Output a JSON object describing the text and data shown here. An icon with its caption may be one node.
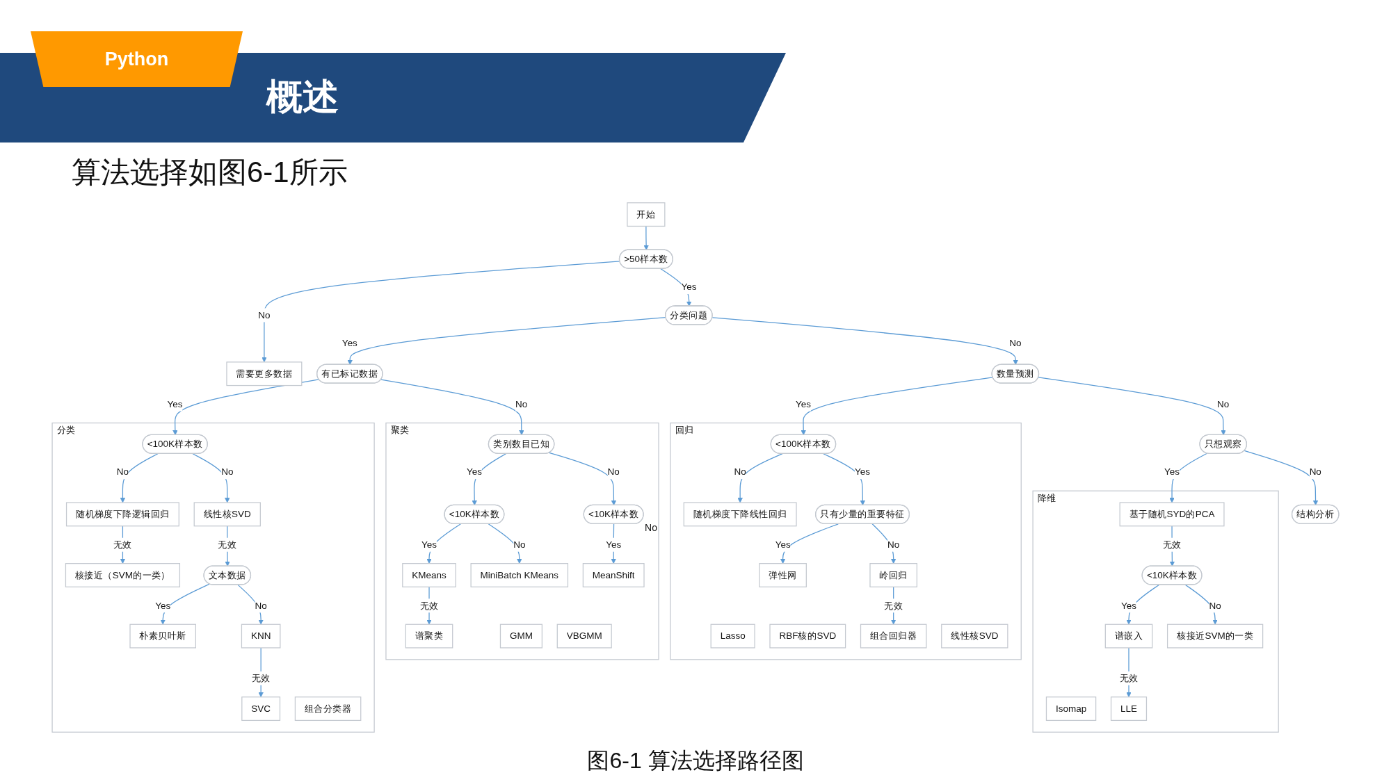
{
  "diagram": {
    "title": "概述",
    "caption": "图6-1 算法选择路径图",
    "nodes": [
      {
        "text": [
          "分类"
        ]
      },
      {
        "text": [
          "核接近（SVM的一类）"
        ],
        "in": 0
      },
      {
        "text": [
          "随机梯度下降逻辑回归"
        ],
        "in": 0
      },
      {
        "text": [
          "SVC"
        ],
        "in": 0
      },
      {
        "text": [
          "组合分类器"
        ],
        "in": 0
      },
      {
        "text": [
          "KNN"
        ],
        "in": 0
      },
      {
        "text": [
          "<100K样本数"
        ],
        "in": 0
      },
      {
        "text": [
          "朴素贝叶斯"
        ],
        "in": 0
      },
      {
        "text": [
          "文本数据"
        ],
        "in": 0
      },
      {
        "text": [
          "线性核SVD"
        ],
        "in": 0
      },
      {
        "text": [
          "需要更多数据"
        ]
      },
      {
        "text": [
          "开始"
        ]
      },
      {
        "text": [
          ">50样本数"
        ]
      },
      {
        "text": [
          "分类问题"
        ]
      },
      {
        "text": [
          "有已标记数据"
        ]
      },
      {
        "text": [
          "数量预测"
        ]
      },
      {
        "text": [
          "回归"
        ]
      },
      {
        "text": [
          "随机梯度下降线性回归"
        ],
        "in": 16
      },
      {
        "text": [
          "Lasso"
        ],
        "in": 16
      },
      {
        "text": [
          "弹性网"
        ],
        "in": 16
      },
      {
        "text": [
          "RBF核的SVD"
        ],
        "in": 16
      },
      {
        "text": [
          "组合回归器"
        ],
        "in": 16
      },
      {
        "text": [
          "只有少量的重要特征"
        ],
        "in": 16
      },
      {
        "text": [
          "<100K样本数"
        ],
        "in": 16
      },
      {
        "text": [
          "岭回归"
        ],
        "in": 16
      },
      {
        "text": [
          "线性核SVD"
        ],
        "in": 16
      },
      {
        "text": [
          "聚类"
        ]
      },
      {
        "text": [
          "谱聚类"
        ],
        "in": 26
      },
      {
        "text": [
          "GMM"
        ],
        "in": 26
      },
      {
        "text": [
          "KMeans"
        ],
        "in": 26
      },
      {
        "text": [
          "类别数目已知"
        ],
        "in": 26
      },
      {
        "text": [
          "MiniBatch KMeans"
        ],
        "in": 26
      },
      {
        "text": [
          "<10K样本数"
        ],
        "in": 26
      },
      {
        "text": [
          "<10K样本数"
        ],
        "in": 26
      },
      {
        "text": [
          "MeanShift"
        ],
        "in": 26
      },
      {
        "text": [
          "VBGMM"
        ],
        "in": 26
      },
      {
        "text": [
          "只想观察"
        ]
      },
      {
        "text": [
          "结构分析"
        ]
      },
      {
        "text": [
          "降维"
        ]
      },
      {
        "text": [
          "基于随机SYD的PCA"
        ],
        "in": 38
      },
      {
        "text": [
          "Isomap"
        ],
        "in": 38
      },
      {
        "text": [
          "谱嵌入"
        ],
        "in": 38
      },
      {
        "text": [
          "<10K样本数"
        ],
        "in": 38
      },
      {
        "text": [
          "LLE"
        ],
        "in": 38
      },
      {
        "text": [
          "核接近SVM的一类"
        ],
        "in": 38
      }
    ],
    "edges": [
      {
        "from": 11,
        "to": 12,
        "arrow": "to"
      },
      {
        "from": 12,
        "to": 10,
        "arrow": "to",
        "label": "No"
      },
      {
        "from": 12,
        "to": 13,
        "arrow": "to",
        "label": "Yes"
      },
      {
        "from": 13,
        "to": 14,
        "arrow": "to",
        "label": "Yes"
      },
      {
        "from": 13,
        "to": 15,
        "arrow": "to",
        "label": "No"
      },
      {
        "from": 14,
        "to": 6,
        "arrow": "to",
        "label": "Yes"
      },
      {
        "from": 14,
        "to": 30,
        "arrow": "to",
        "label": "No"
      },
      {
        "from": 6,
        "to": 2,
        "arrow": "to",
        "label": "No"
      },
      {
        "from": 6,
        "to": 9,
        "arrow": "to",
        "label": "No"
      },
      {
        "from": 2,
        "to": 1,
        "arrow": "to",
        "label": "无效"
      },
      {
        "from": 9,
        "to": 8,
        "arrow": "to",
        "label": "无效"
      },
      {
        "from": 8,
        "to": 7,
        "arrow": "to",
        "label": "Yes"
      },
      {
        "from": 8,
        "to": 5,
        "arrow": "to",
        "label": "No"
      },
      {
        "from": 5,
        "to": 3,
        "arrow": "to",
        "label": "无效"
      },
      {
        "from": 15,
        "to": 23,
        "arrow": "to",
        "label": "Yes"
      },
      {
        "from": 23,
        "to": 17,
        "arrow": "to",
        "label": "No"
      },
      {
        "from": 23,
        "to": 22,
        "arrow": "to",
        "label": "Yes"
      },
      {
        "from": 22,
        "to": 19,
        "arrow": "to",
        "label": "Yes"
      },
      {
        "from": 22,
        "to": 24,
        "arrow": "to",
        "label": "No"
      },
      {
        "from": 24,
        "to": 21,
        "arrow": "to",
        "label": "无效"
      },
      {
        "from": 30,
        "to": 32,
        "arrow": "to",
        "label": "Yes"
      },
      {
        "from": 30,
        "to": 33,
        "arrow": "to",
        "label": "No"
      },
      {
        "from": 32,
        "to": 29,
        "arrow": "to",
        "label": "Yes"
      },
      {
        "from": 32,
        "to": 31,
        "arrow": "to",
        "label": "No"
      },
      {
        "from": 29,
        "to": 27,
        "arrow": "to",
        "label": "无效"
      },
      {
        "from": 33,
        "to": 34,
        "arrow": "to",
        "label": "Yes"
      },
      {
        "from": 15,
        "to": 36,
        "arrow": "to",
        "label": "No"
      },
      {
        "from": 36,
        "to": 39,
        "arrow": "to",
        "label": "Yes"
      },
      {
        "from": 36,
        "to": 37,
        "arrow": "to",
        "label": "No"
      },
      {
        "from": 39,
        "to": 42,
        "arrow": "to",
        "label": "无效"
      },
      {
        "from": 42,
        "to": 41,
        "arrow": "to",
        "label": "Yes"
      },
      {
        "from": 42,
        "to": 44,
        "arrow": "to",
        "label": "No"
      },
      {
        "from": 41,
        "to": 43,
        "arrow": "to",
        "label": "无效"
      }
    ],
    "labels": [
      "Python",
      "算法选择如图6-1所示",
      "No"
    ]
  }
}
